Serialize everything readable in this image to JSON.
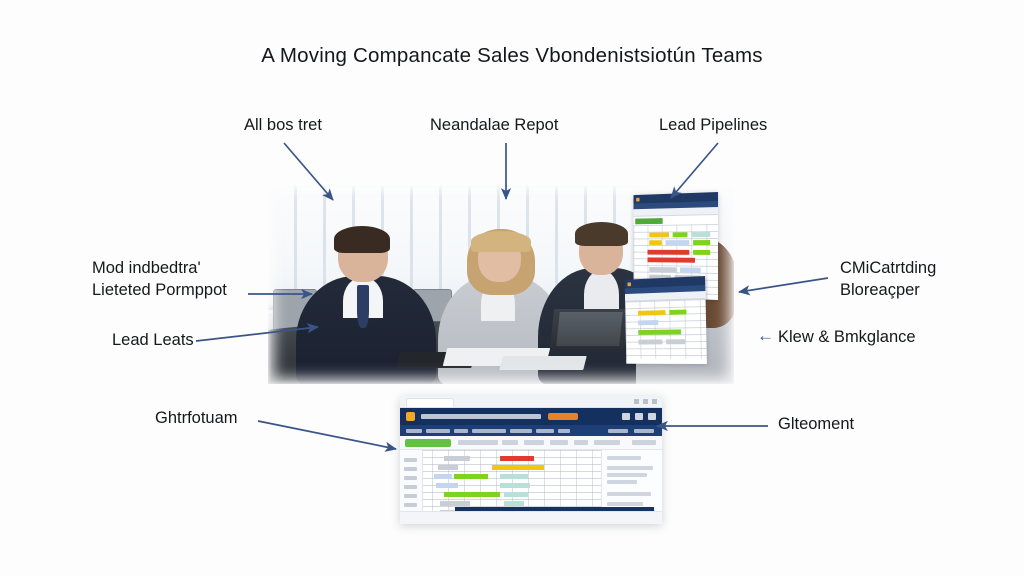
{
  "document": {
    "title": "A Moving Compancate Sales Vbondenistsiotún Teams",
    "background_color": "#fdfdfd",
    "arrow_color": "#3b5488",
    "text_color": "#16181b"
  },
  "callouts": {
    "top": [
      {
        "id": "all-bos-tret",
        "label": "All bos tret"
      },
      {
        "id": "neandalae-repot",
        "label": "Neandalae Repot"
      },
      {
        "id": "lead-pipelines",
        "label": "Lead Pipelines"
      }
    ],
    "left": [
      {
        "id": "mod-indbedtra",
        "label": "Mod indbedtra'\nLieteted Pormppot"
      },
      {
        "id": "lead-leats",
        "label": "Lead Leats"
      },
      {
        "id": "ghtrfotuam",
        "label": "Ghtrfotuam"
      }
    ],
    "right": [
      {
        "id": "cmicatrtding",
        "label": "CMiCatrtding\nBloreaçper"
      },
      {
        "id": "klew-bmkglance",
        "label": "Klew & Bmkglance",
        "arrow_glyph": "←"
      },
      {
        "id": "glteoment",
        "label": "Glteoment"
      }
    ]
  },
  "photo": {
    "name": "business-meeting-photo",
    "description": "Four business people seated around a dark conference table in a bright office",
    "people": [
      {
        "id": "man-navy-suit",
        "attire": "navy suit, white shirt, dark blue tie"
      },
      {
        "id": "woman-blonde",
        "attire": "light grey blazer, white top"
      },
      {
        "id": "man-dark-blazer",
        "attire": "dark blazer, light shirt"
      },
      {
        "id": "woman-brunette",
        "attire": "grey blazer"
      }
    ],
    "objects": [
      "laptop",
      "notebook",
      "papers",
      "office-chairs",
      "window-blinds"
    ]
  },
  "app_panels": {
    "panel_top": {
      "name": "crm-dashboard-screen",
      "accent_titlebar": "#1f3864",
      "accent_toolbar": "#4faa3a",
      "cell_colors": [
        "#e03b2f",
        "#f2c512",
        "#7ed321",
        "#b8e0d8",
        "#c3d5ef"
      ]
    },
    "panel_middle": {
      "name": "spreadsheet-screen",
      "accent_titlebar": "#1f3864",
      "cell_colors": [
        "#f2c512",
        "#7ed321",
        "#c3d5ef"
      ]
    },
    "panel_bottom": {
      "name": "crm-lead-pipeline-window",
      "header_color": "#14305e",
      "logo_color": "#f0a92c",
      "primary_button_color": "#62c23f",
      "badge_color": "#e8812b",
      "cell_colors": [
        "#e03b2f",
        "#f2c512",
        "#7ed321",
        "#b8e0d8",
        "#c3d5ef"
      ]
    }
  }
}
